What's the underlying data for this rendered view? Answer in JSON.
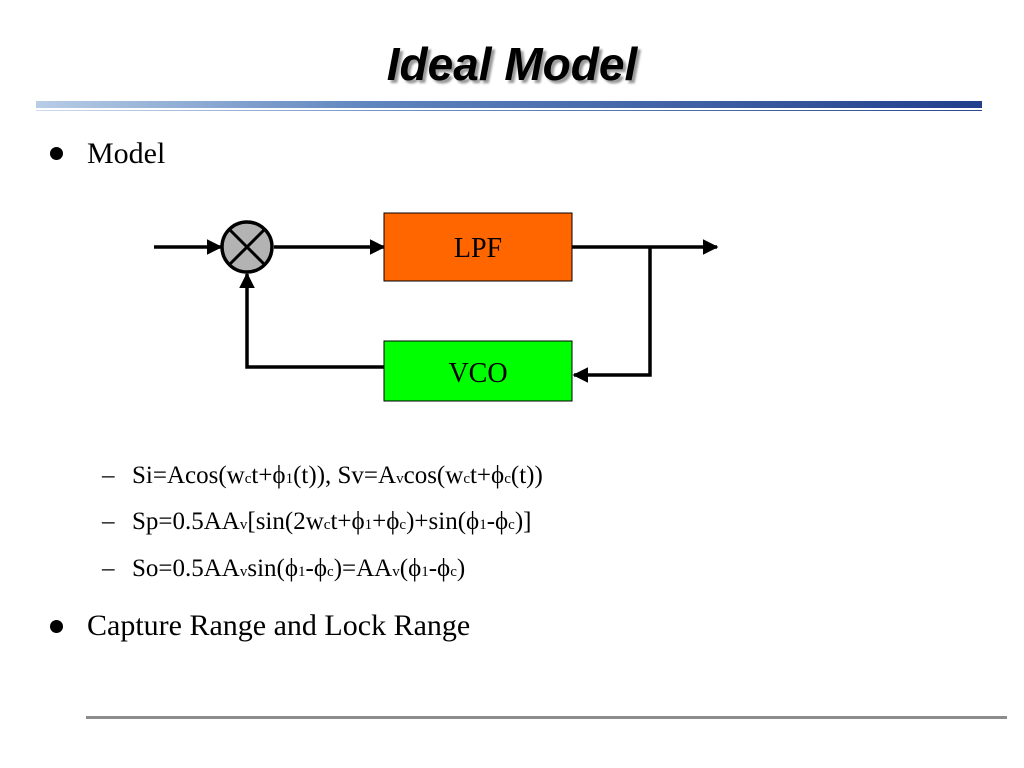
{
  "slide": {
    "title": "Ideal Model",
    "bullets": [
      {
        "text": "Model"
      },
      {
        "text": "Capture Range and Lock Range"
      }
    ]
  },
  "diagram": {
    "lpf_label": "LPF",
    "vco_label": "VCO",
    "colors": {
      "lpf_fill": "#ff6600",
      "vco_fill": "#00ff00",
      "mixer_fill": "#b3b3b3"
    }
  },
  "equations": {
    "line1": {
      "p1": "Si=Acos(w",
      "s1": "c",
      "p2": "t+ϕ",
      "s2": "1",
      "p3": "(t)), Sv=A",
      "s3": "v",
      "p4": "cos(w",
      "s4": "c",
      "p5": "t+ϕ",
      "s5": "c",
      "p6": "(t))"
    },
    "line2": {
      "p1": "Sp=0.5AA",
      "s1": "v",
      "p2": "[sin(2w",
      "s2": "c",
      "p3": "t+ϕ",
      "s3": "1",
      "p4": "+ϕ",
      "s4": "c",
      "p5": ")+sin(ϕ",
      "s5": "1",
      "p6": "-ϕ",
      "s6": "c",
      "p7": ")]"
    },
    "line3": {
      "p1": "So=0.5AA",
      "s1": "v",
      "p2": "sin(ϕ",
      "s2": "1",
      "p3": "-ϕ",
      "s3": "c",
      "p4": ")=AA",
      "s4": "v",
      "p5": "(ϕ",
      "s5": "1",
      "p6": "-ϕ",
      "s6": "c",
      "p7": ")"
    }
  }
}
